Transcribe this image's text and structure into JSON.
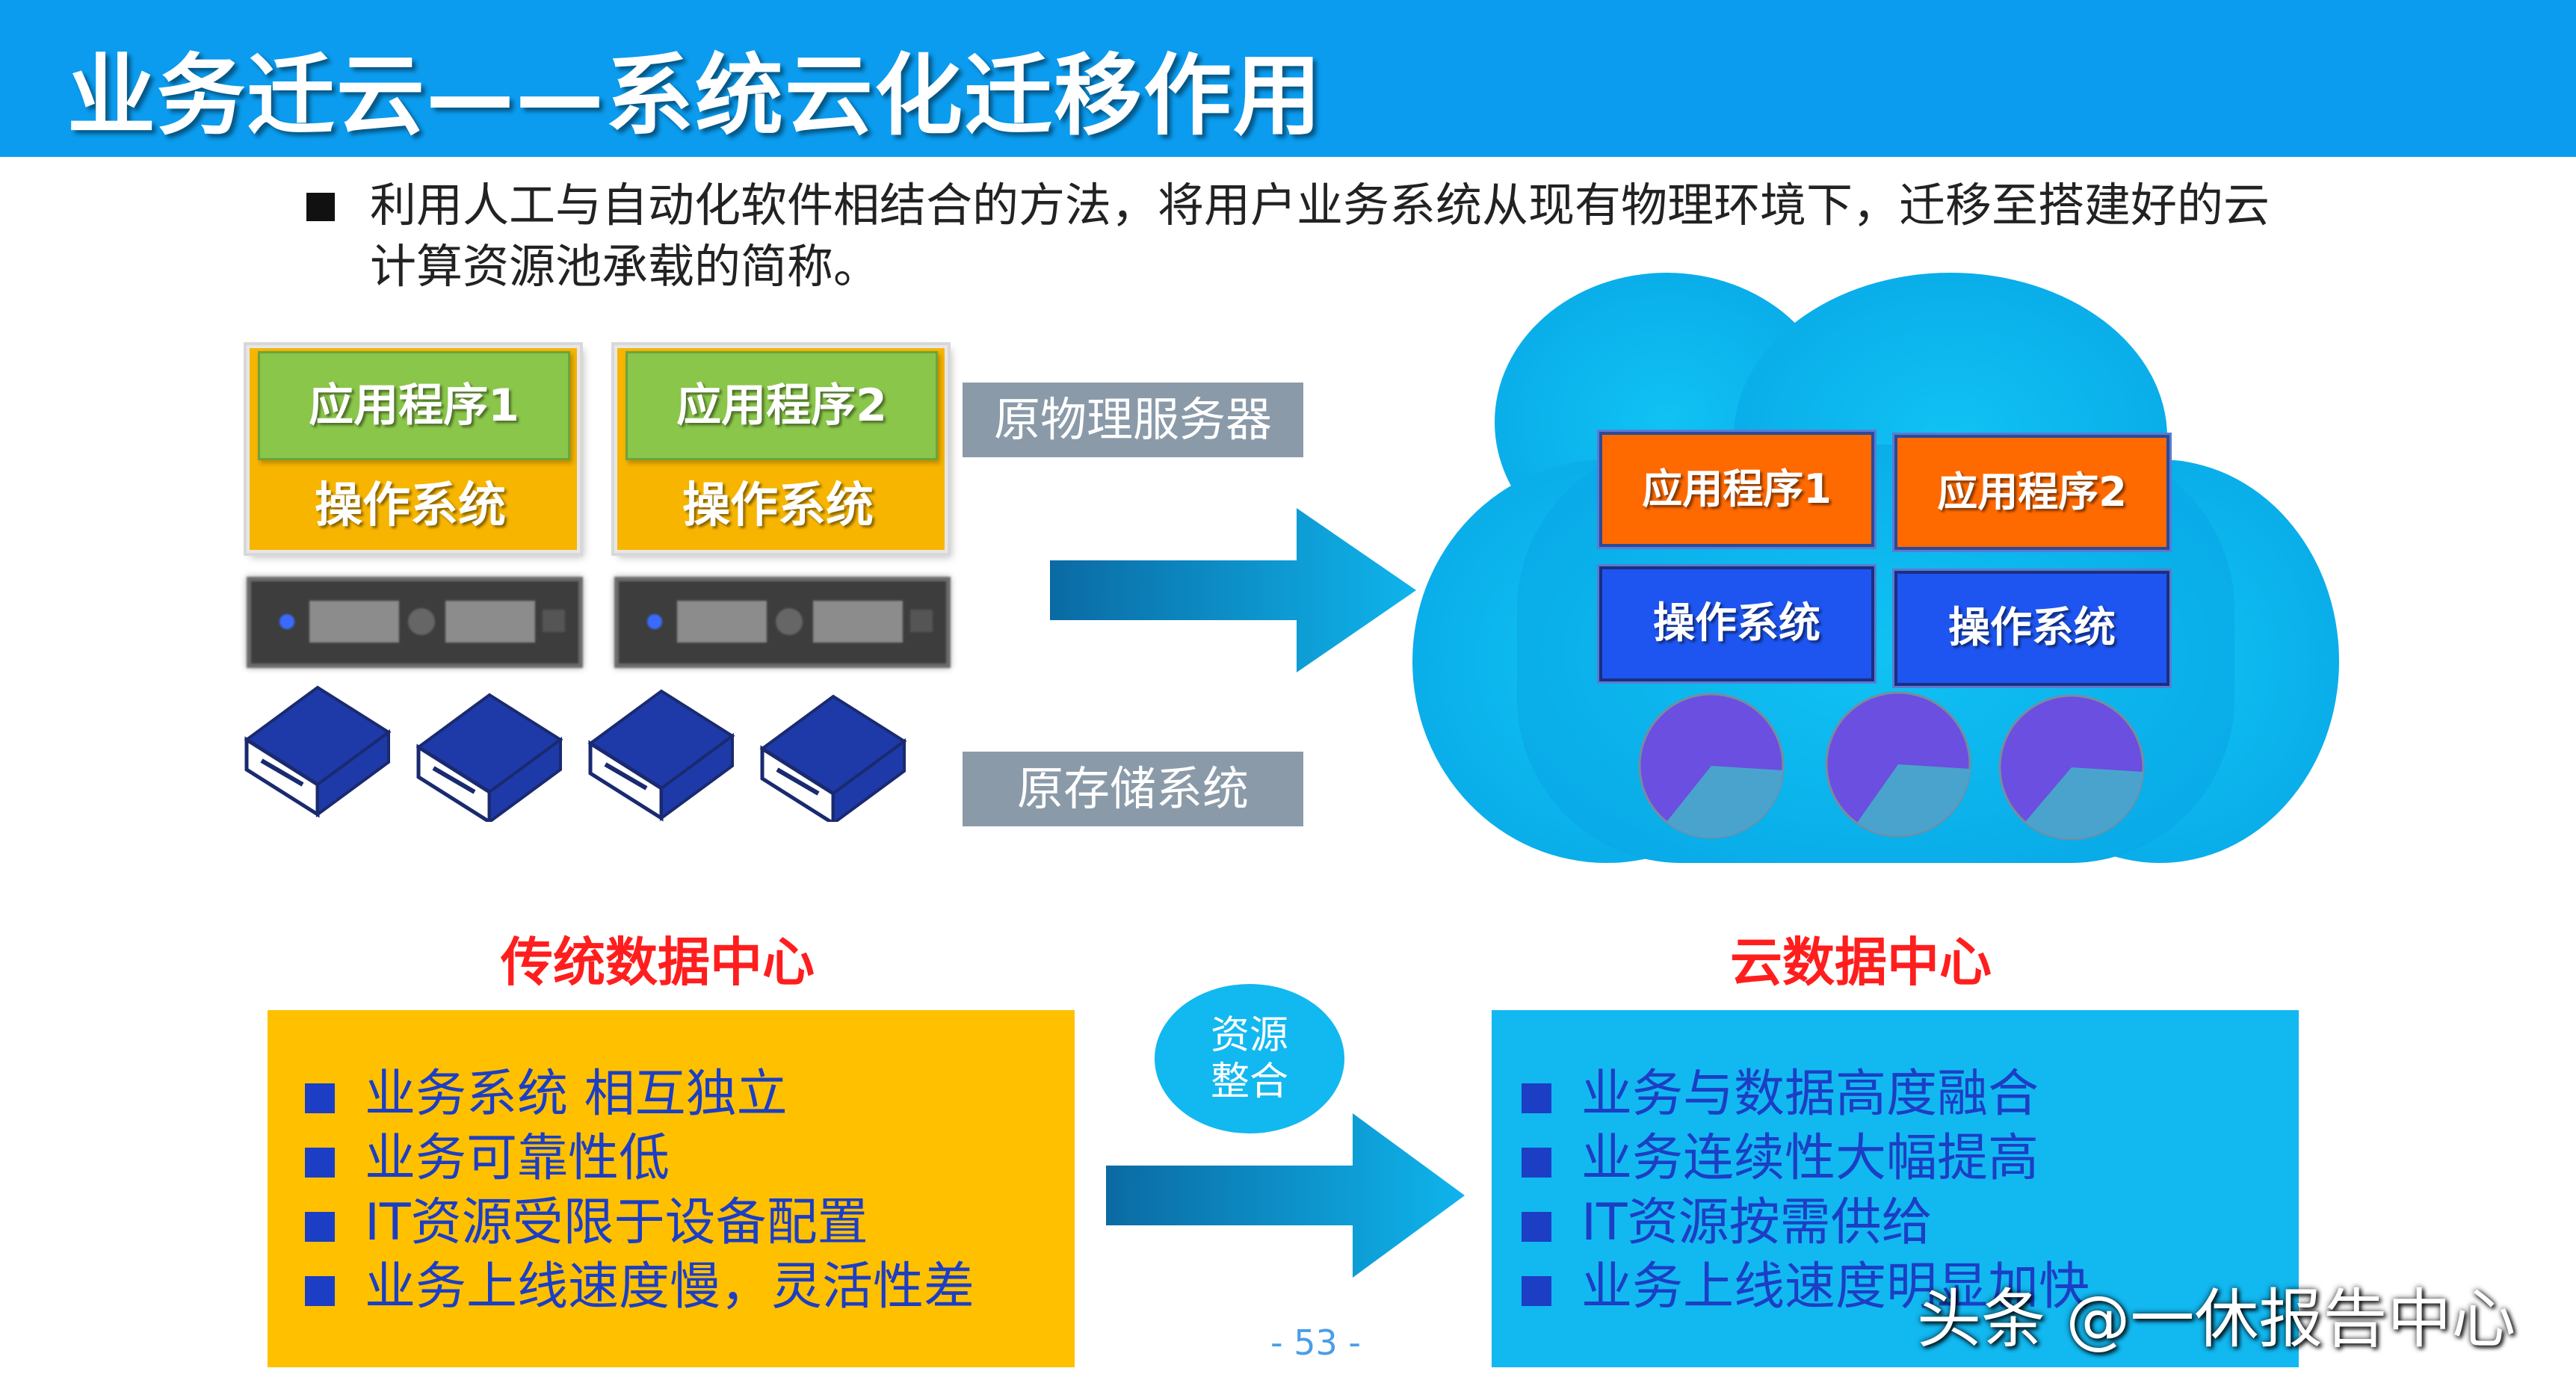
{
  "title": "业务迁云——系统云化迁移作用",
  "intro": "利用人工与自动化软件相结合的方法，将用户业务系统从现有物理环境下，迁移至搭建好的云计算资源池承载的简称。",
  "physical": {
    "servers": [
      {
        "app": "应用程序1",
        "os": "操作系统"
      },
      {
        "app": "应用程序2",
        "os": "操作系统"
      }
    ],
    "server_label": "原物理服务器",
    "storage_label": "原存储系统"
  },
  "cloud": {
    "apps": [
      "应用程序1",
      "应用程序2"
    ],
    "os": [
      "操作系统",
      "操作系统"
    ]
  },
  "traditional": {
    "heading": "传统数据中心",
    "items": [
      "业务系统 相互独立",
      "业务可靠性低",
      "IT资源受限于设备配置",
      "业务上线速度慢，灵活性差"
    ]
  },
  "resource_integration": "资源\n整合",
  "cloud_dc": {
    "heading": "云数据中心",
    "items": [
      "业务与数据高度融合",
      "业务连续性大幅提高",
      "IT资源按需供给",
      "业务上线速度明显加快"
    ]
  },
  "page_number": "- 53 -",
  "watermark": "头条 @一休报告中心",
  "colors": {
    "title_bar": "#0b9cef",
    "app_green": "#8ac64a",
    "os_yellow": "#f7b500",
    "cloud_blue": "#12b8f0",
    "cloud_app_orange": "#ff6a00",
    "cloud_os_blue": "#1e55f0",
    "heading_red": "#ff1e1e",
    "bullet_blue": "#1c3ec4"
  },
  "icons": [
    "server-rack-icon",
    "storage-drive-icon",
    "pie-chart-icon",
    "right-arrow-icon",
    "cloud-icon"
  ]
}
